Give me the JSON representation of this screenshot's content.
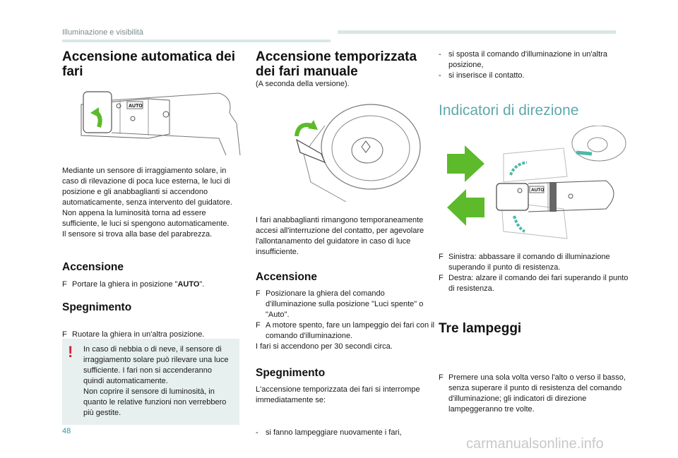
{
  "header": {
    "section": "Illuminazione e visibilità"
  },
  "page_number": "48",
  "watermark": "carmanualsonline.info",
  "col1": {
    "title": "Accensione automatica dei fari",
    "body1": "Mediante un sensore di irraggiamento solare, in caso di rilevazione di poca luce esterna, le luci di posizione e gli anabbaglianti si accendono automaticamente, senza intervento del guidatore.",
    "body2": "Non appena la luminosità torna ad essere sufficiente, le luci si spengono automaticamente.",
    "body3": "Il sensore si trova alla base del parabrezza.",
    "accensione_title": "Accensione",
    "accensione_marker": "F",
    "accensione_text_pre": "Portare la ghiera in posizione \"",
    "accensione_text_bold": "AUTO",
    "accensione_text_post": "\".",
    "spegnimento_title": "Spegnimento",
    "spegnimento_marker": "F",
    "spegnimento_text": "Ruotare la ghiera in un'altra posizione.",
    "warning_symbol": "!",
    "warning1": "In caso di nebbia o di neve, il sensore di irraggiamento solare può rilevare una luce sufficiente. I fari non si accenderanno quindi automaticamente.",
    "warning2": "Non coprire il sensore di luminosità, in quanto le relative funzioni non verrebbero più gestite.",
    "stalk_label": "AUTO"
  },
  "col2": {
    "title": "Accensione temporizzata dei fari manuale",
    "subtitle": "(A seconda della versione).",
    "body": "I fari anabbaglianti rimangono temporaneamente accesi all'interruzione del contatto, per agevolare l'allontanamento del guidatore in caso di luce insufficiente.",
    "accensione_title": "Accensione",
    "items": [
      {
        "marker": "F",
        "text": "Posizionare la ghiera del comando d'illuminazione sulla posizione \"Luci spente\" o \"Auto\"."
      },
      {
        "marker": "F",
        "text": "A motore spento, fare un lampeggio dei fari con il comando d'illuminazione."
      }
    ],
    "after": "I fari si accendono per 30 secondi circa.",
    "spegnimento_title": "Spegnimento",
    "spegnimento_intro": "L'accensione temporizzata dei fari si interrompe immediatamente se:",
    "dash1": "si fanno lampeggiare nuovamente i fari,"
  },
  "col3": {
    "dash_items": [
      {
        "marker": "-",
        "text": "si sposta il comando d'illuminazione in un'altra posizione,"
      },
      {
        "marker": "-",
        "text": "si inserisce il contatto."
      }
    ],
    "indicatori_title": "Indicatori di direzione",
    "items": [
      {
        "marker": "F",
        "text": "Sinistra: abbassare il comando di illuminazione superando il punto di resistenza."
      },
      {
        "marker": "F",
        "text": "Destra: alzare il comando dei fari superando il punto di resistenza."
      }
    ],
    "tre_title": "Tre lampeggi",
    "tre_marker": "F",
    "tre_text": "Premere una sola volta verso l'alto o verso il basso, senza superare il punto di resistenza del comando d'illuminazione; gli indicatori di direzione lampeggeranno tre volte.",
    "stalk_label": "AUTO"
  },
  "colors": {
    "accent_green": "#5cba2b",
    "heading_teal": "#5fa8ad",
    "warning_red": "#d4232e",
    "box_bg": "#e8efef"
  }
}
